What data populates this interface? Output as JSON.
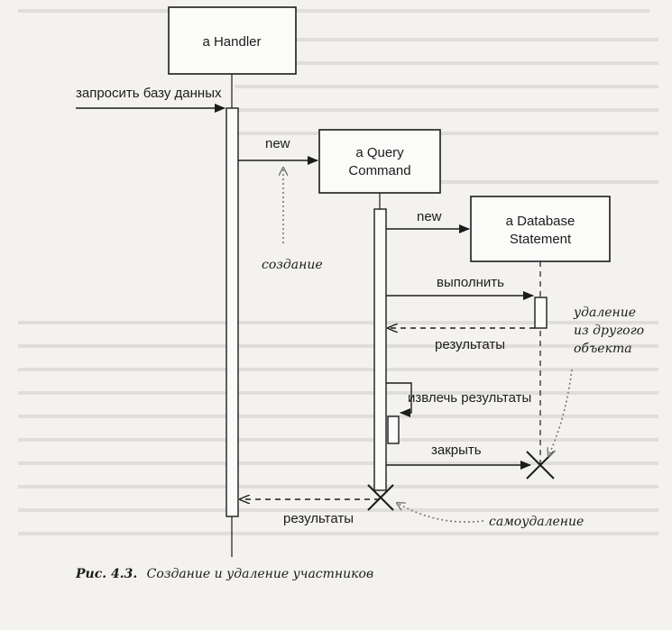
{
  "participants": [
    {
      "label": "a Handler"
    },
    {
      "label_line1": "a Query",
      "label_line2": "Command"
    },
    {
      "label_line1": "a Database",
      "label_line2": "Statement"
    }
  ],
  "messages": {
    "request_db": "запросить базу данных",
    "new_query": "new",
    "new_statement": "new",
    "execute": "выполнить",
    "results_statement": "результаты",
    "extract_results": "извлечь результаты",
    "close": "закрыть",
    "results_handler": "результаты"
  },
  "notes": {
    "creation": "создание",
    "deletion_line1": "удаление",
    "deletion_line2": "из другого",
    "deletion_line3": "объекта",
    "self_deletion": "самоудаление"
  },
  "caption": {
    "prefix": "Рис. 4.3.",
    "text": "Создание и удаление участников"
  }
}
